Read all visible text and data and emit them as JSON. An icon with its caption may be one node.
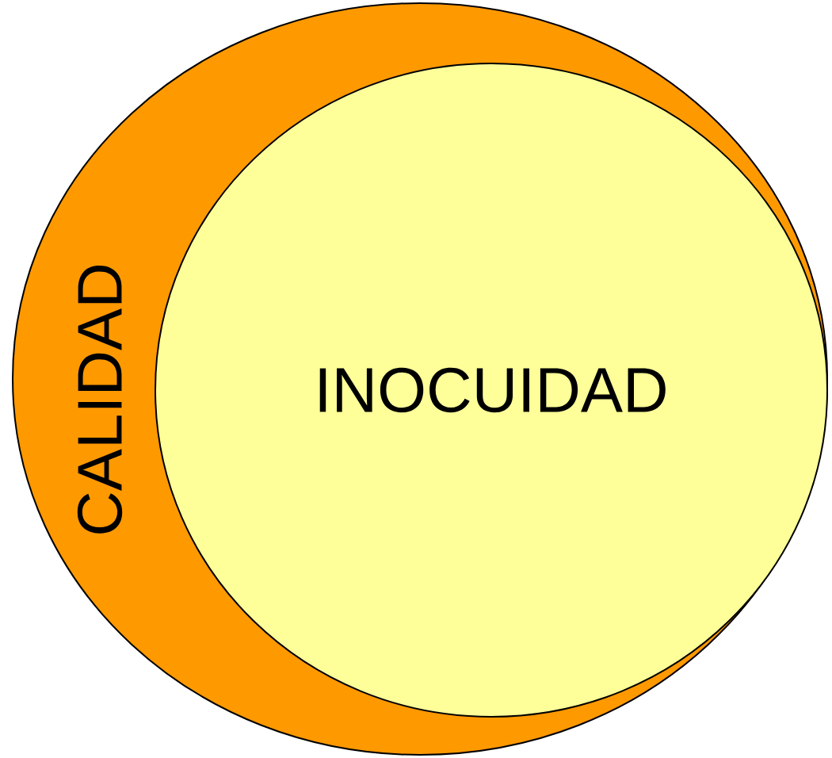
{
  "diagram": {
    "nodes": [
      {
        "text": [
          "CALIDAD"
        ]
      },
      {
        "text": [
          "INOCUIDAD"
        ],
        "in": 0
      }
    ]
  }
}
